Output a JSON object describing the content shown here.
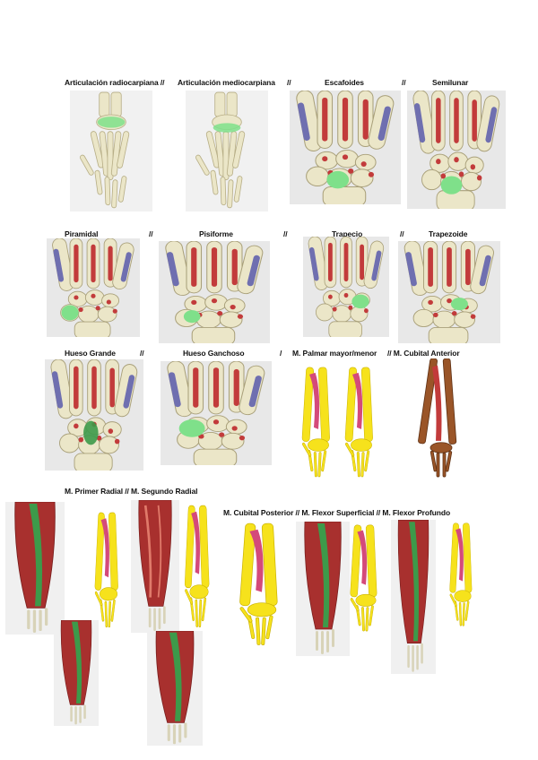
{
  "rows": {
    "row1": {
      "a": "Articulación radiocarpiana //",
      "b": "Articulación mediocarpiana",
      "sep1": "//",
      "c": "Escafoides",
      "sep2": "//",
      "d": "Semilunar"
    },
    "row2": {
      "a": "Piramidal",
      "sep1": "//",
      "b": "Pisiforme",
      "sep2": "//",
      "c": "Trapecio",
      "sep3": "//",
      "d": "Trapezoide"
    },
    "row3": {
      "a": "Hueso Grande",
      "sep1": "//",
      "b": "Hueso Ganchoso",
      "sep2": "/",
      "c": "M. Palmar mayor/menor",
      "d": "// M. Cubital Anterior"
    },
    "row4": {
      "a": "M. Primer Radial // M. Segundo Radial"
    },
    "row5": {
      "a": "M. Cubital Posterior // M. Flexor Superficial // M. Flexor Profundo"
    }
  },
  "colors": {
    "bone": "#ece7c9",
    "bone_dark": "#bdb48c",
    "muscle_red": "#c23b3b",
    "highlight_green": "#7fe08a",
    "purple": "#6f6fb0",
    "yellow_bone": "#f6e21c",
    "brown_arm": "#9a5528"
  }
}
